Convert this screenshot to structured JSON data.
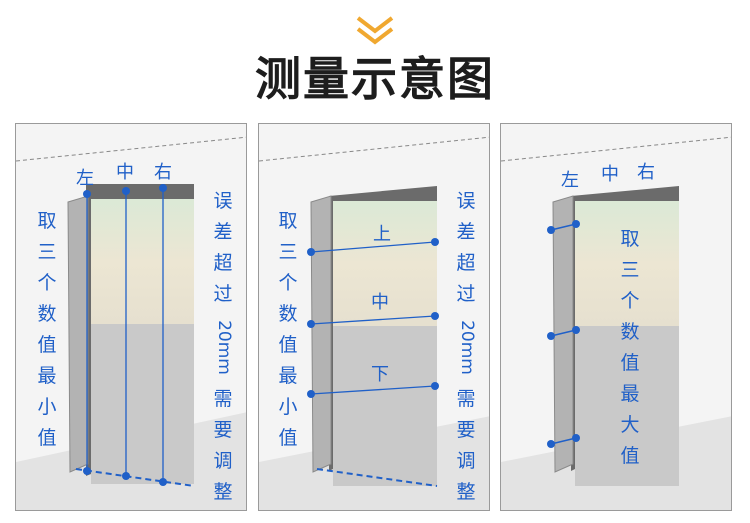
{
  "header": {
    "icon": "double-chevron-down-icon",
    "accent_color": "#f0a830",
    "title": "测量示意图"
  },
  "colors": {
    "annotation": "#2060c8",
    "door_frame": "#6b6b6b",
    "wall_lower": "#c9c9c9",
    "floor": "#e1e1e1"
  },
  "panels": [
    {
      "top_labels": [
        "左",
        "中",
        "右"
      ],
      "left_text": [
        "取",
        "三",
        "个",
        "数",
        "值",
        "最",
        "小",
        "值"
      ],
      "right_text": [
        "误",
        "差",
        "超",
        "过",
        "20mm",
        "需",
        "要",
        "调",
        "整"
      ]
    },
    {
      "labels": [
        "上",
        "中",
        "下"
      ],
      "left_text": [
        "取",
        "三",
        "个",
        "数",
        "值",
        "最",
        "小",
        "值"
      ],
      "right_text": [
        "误",
        "差",
        "超",
        "过",
        "20mm",
        "需",
        "要",
        "调",
        "整"
      ]
    },
    {
      "top_labels": [
        "左",
        "中",
        "右"
      ],
      "center_text": [
        "取",
        "三",
        "个",
        "数",
        "值",
        "最",
        "大",
        "值"
      ]
    }
  ]
}
